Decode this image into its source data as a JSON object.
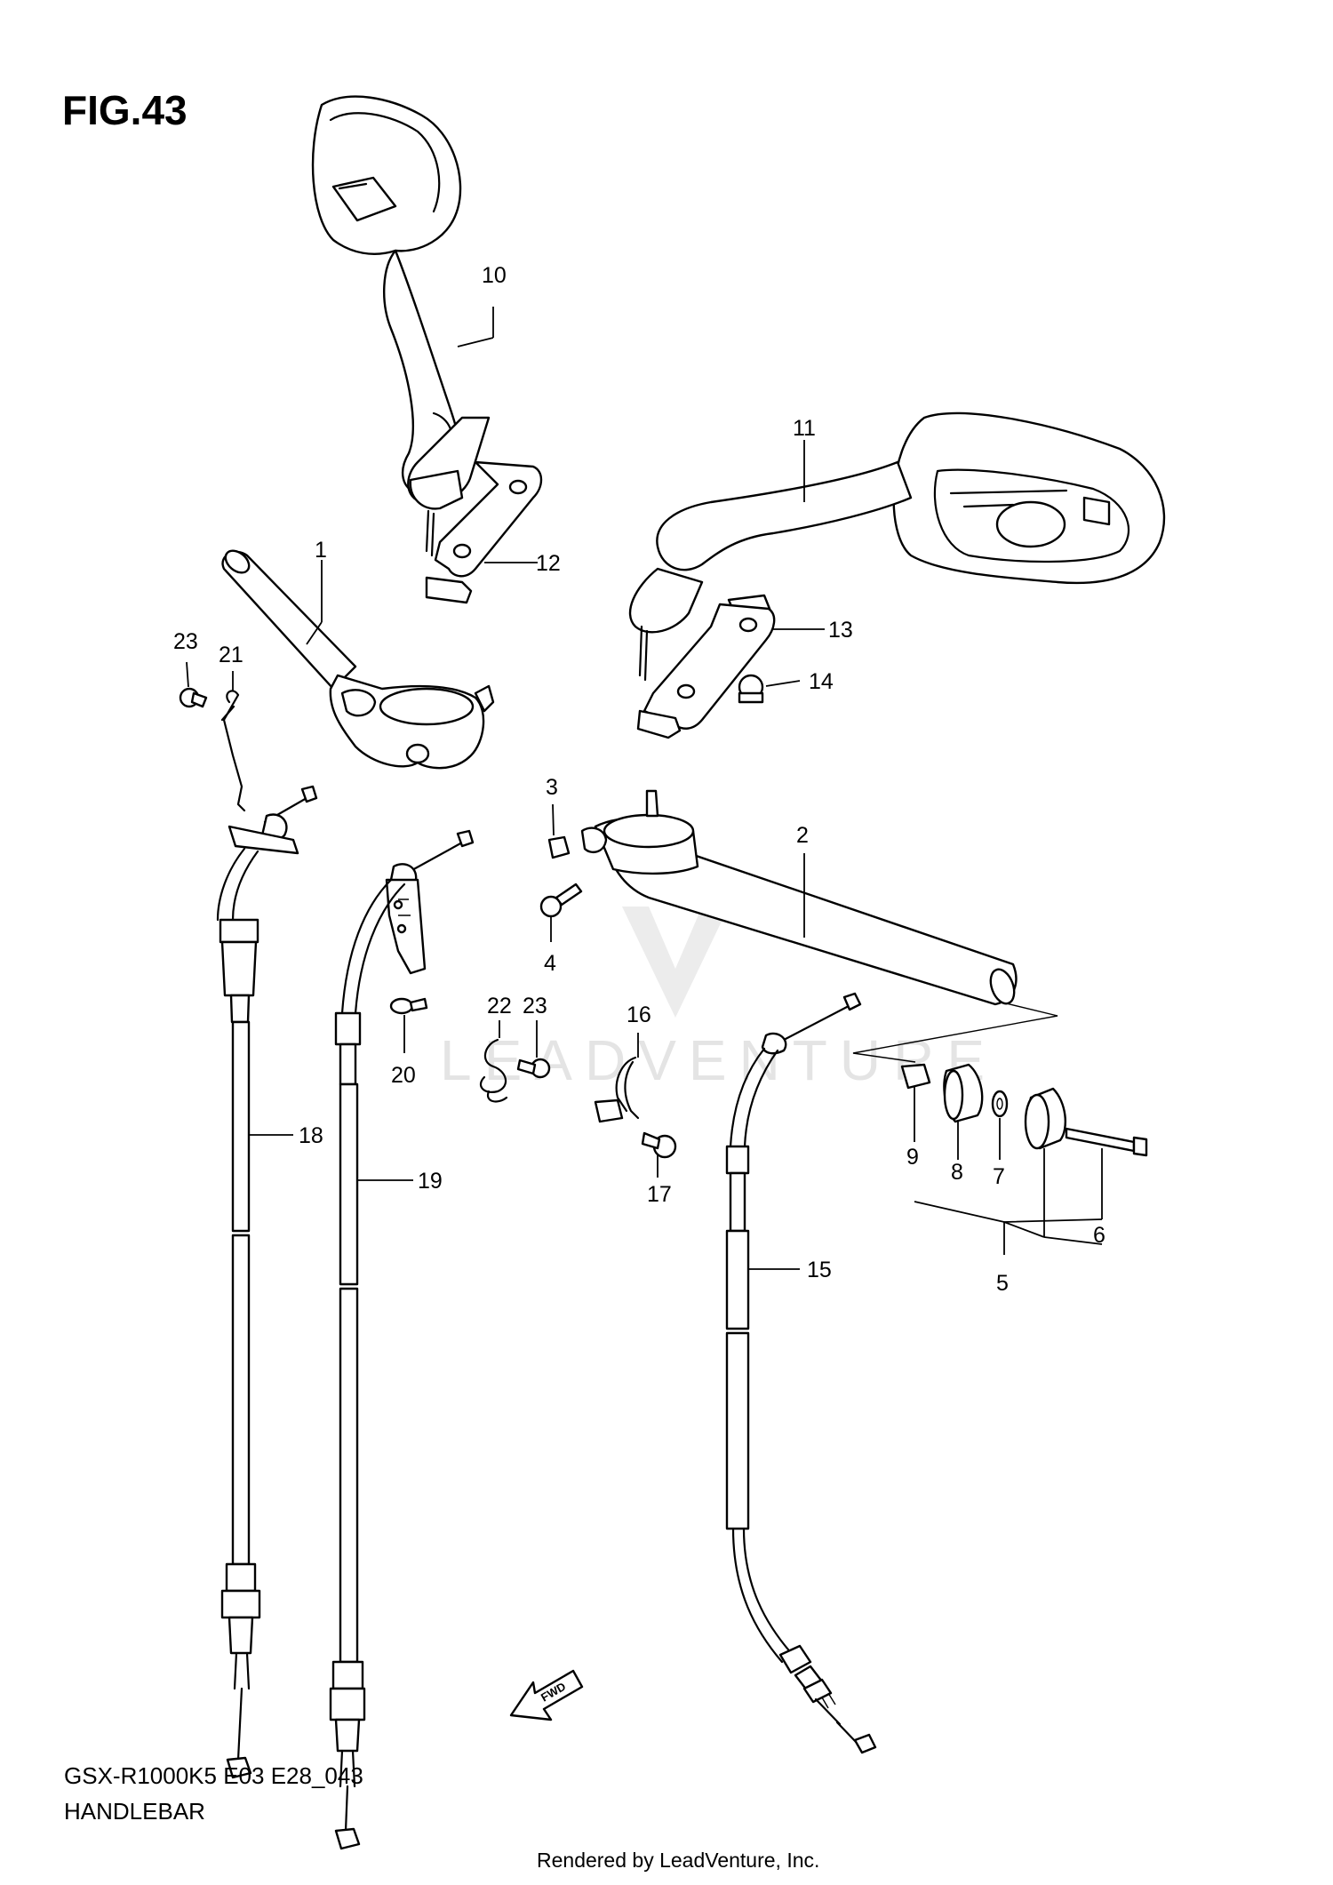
{
  "figure": {
    "title": "FIG.43",
    "model_code": "GSX-R1000K5 E03 E28_043",
    "assembly_name": "HANDLEBAR",
    "credit": "Rendered by LeadVenture, Inc.",
    "watermark": "LEADVENTURE",
    "fwd_label": "FWD"
  },
  "callouts": {
    "c1": "1",
    "c2": "2",
    "c3": "3",
    "c4": "4",
    "c5": "5",
    "c6": "6",
    "c7": "7",
    "c8": "8",
    "c9": "9",
    "c10": "10",
    "c11": "11",
    "c12": "12",
    "c13": "13",
    "c14": "14",
    "c15": "15",
    "c16": "16",
    "c17": "17",
    "c18": "18",
    "c19": "19",
    "c20": "20",
    "c21": "21",
    "c22": "22",
    "c23a": "23",
    "c23b": "23"
  }
}
